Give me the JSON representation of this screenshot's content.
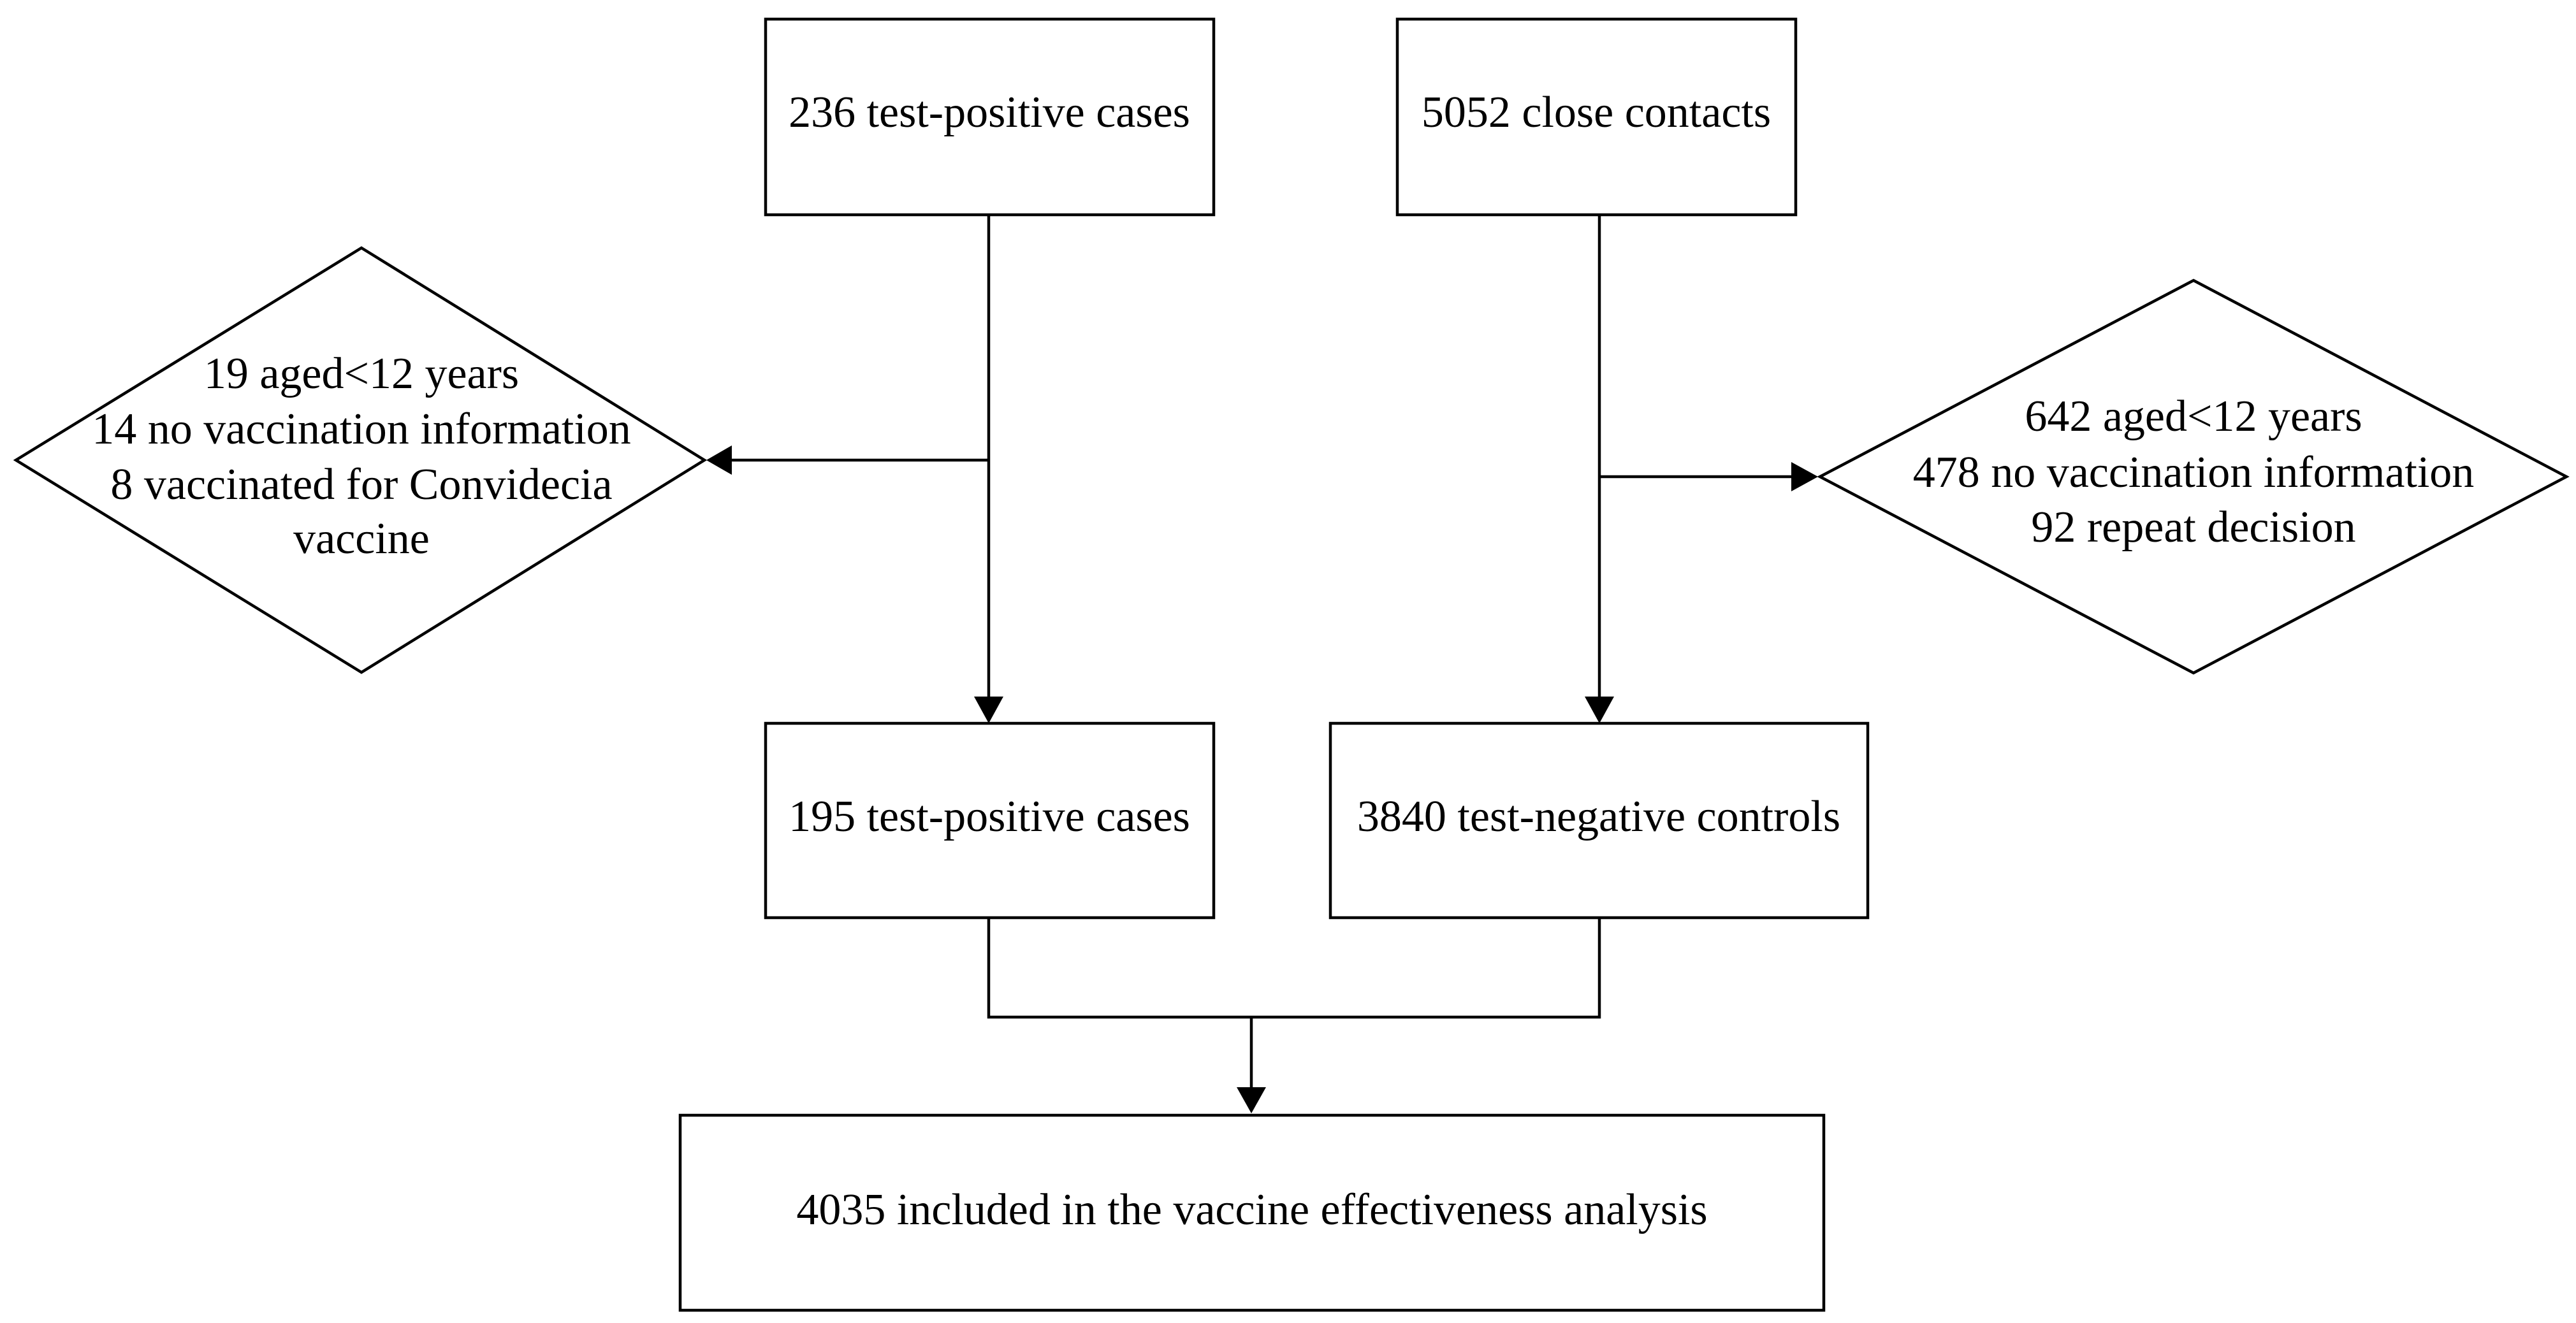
{
  "flowchart": {
    "boxes": {
      "positive_cases_initial": "236 test-positive cases",
      "close_contacts": "5052 close contacts",
      "positive_cases_final": "195 test-positive cases",
      "negative_controls": "3840 test-negative controls",
      "analysis_total": "4035 included in the vaccine effectiveness analysis"
    },
    "exclusions_cases": {
      "line1": "19 aged<12 years",
      "line2": "14 no vaccination information",
      "line3": "8 vaccinated for Convidecia",
      "line4": "vaccine"
    },
    "exclusions_contacts": {
      "line1": "642 aged<12 years",
      "line2": "478 no vaccination information",
      "line3": "92  repeat decision"
    }
  }
}
